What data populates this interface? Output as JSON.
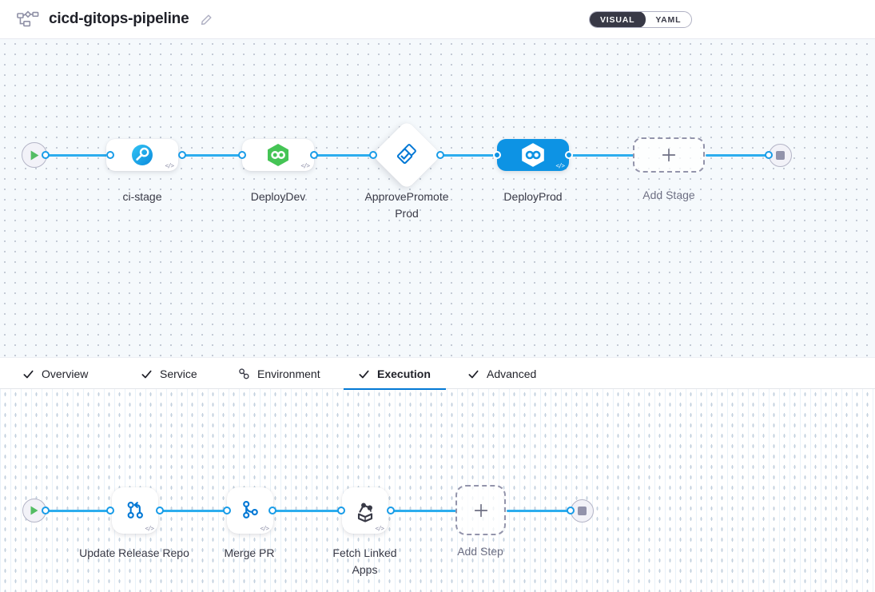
{
  "header": {
    "title": "cicd-gitops-pipeline",
    "view_toggle": {
      "visual_label": "VISUAL",
      "yaml_label": "YAML",
      "selected": "VISUAL"
    }
  },
  "stage_pipeline": {
    "stages": [
      {
        "name": "ci-stage",
        "type": "ci-build-stage",
        "selected": false
      },
      {
        "name": "DeployDev",
        "type": "deploy-stage",
        "selected": false
      },
      {
        "name": "ApprovePromoteProd",
        "type": "approval-stage",
        "selected": false
      },
      {
        "name": "DeployProd",
        "type": "deploy-stage",
        "selected": true
      }
    ],
    "add_stage_label": "Add Stage"
  },
  "config_tabs": [
    {
      "label": "Overview",
      "icon": "check",
      "active": false
    },
    {
      "label": "Service",
      "icon": "check",
      "active": false
    },
    {
      "label": "Environment",
      "icon": "environment-nodes",
      "active": false
    },
    {
      "label": "Execution",
      "icon": "check",
      "active": true
    },
    {
      "label": "Advanced",
      "icon": "check",
      "active": false
    }
  ],
  "execution_steps": {
    "steps": [
      {
        "name": "Update Release Repo",
        "type": "update-release-repo"
      },
      {
        "name": "Merge PR",
        "type": "merge-pr"
      },
      {
        "name": "Fetch Linked Apps",
        "type": "fetch-linked-apps"
      }
    ],
    "add_step_label": "Add Step"
  },
  "colors": {
    "accent_blue": "#0278d5",
    "link_blue": "#2cadee",
    "selected_stage_blue": "#0d93e4",
    "ci_icon_blue": "#18a8ea",
    "cd_icon_green": "#45c455",
    "play_green": "#53bd63",
    "dark_slate": "#383946",
    "neutral_gray": "#9293ab"
  }
}
